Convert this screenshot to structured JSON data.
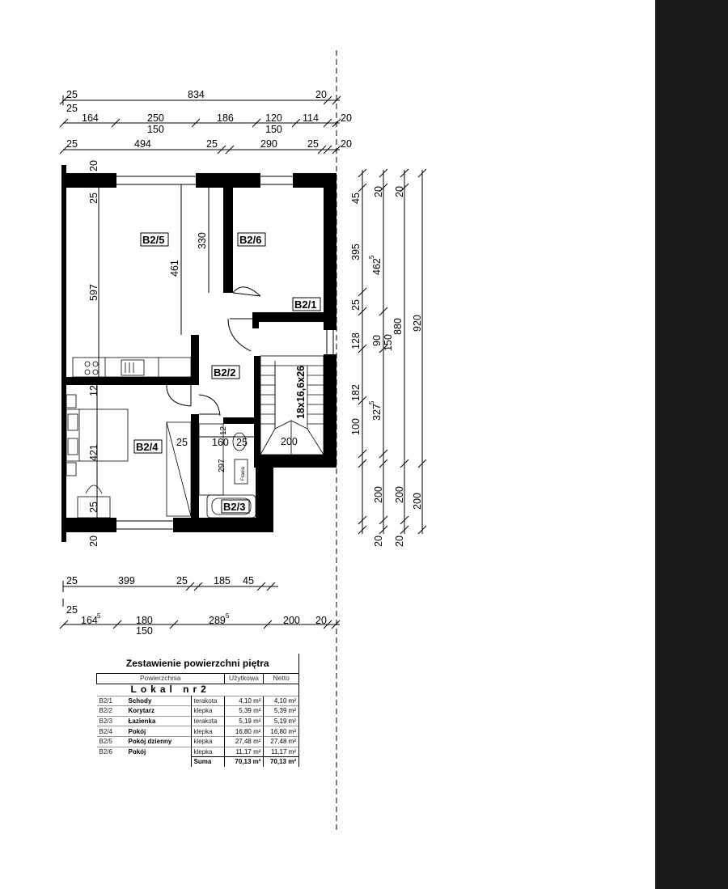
{
  "dims_top": {
    "row1": [
      "25",
      "834",
      "20"
    ],
    "row2": [
      "25",
      "164",
      "250",
      "150",
      "186",
      "120",
      "150",
      "114",
      "20"
    ],
    "row3": [
      "25",
      "494",
      "25",
      "290",
      "25",
      "20"
    ]
  },
  "dims_right": {
    "col1": [
      "45",
      "395",
      "25",
      "128",
      "182",
      "100",
      "200",
      "20"
    ],
    "col2": [
      "20",
      "462",
      "5",
      "90",
      "150",
      "327",
      "5",
      "200",
      "20"
    ],
    "col3": [
      "20",
      "880",
      "200",
      "20"
    ],
    "col4": [
      "920",
      "200"
    ]
  },
  "dims_bottom": {
    "row1": [
      "25",
      "399",
      "25",
      "185",
      "45"
    ],
    "row2": [
      "25",
      "164",
      "5",
      "180",
      "150",
      "289",
      "5",
      "200",
      "20"
    ]
  },
  "dims_interior": {
    "left_20": "20",
    "left_25": "25",
    "left_597": "597",
    "b25_461": "461",
    "b25_330": "330",
    "left_12": "12",
    "left_421": "421",
    "left_25b": "25",
    "left_20b": "20",
    "bath_25": "25",
    "bath_160": "160",
    "bath_25b": "25",
    "bath_12": "12",
    "bath_297": "297",
    "stairs_200": "200",
    "stairs_spec": "18x16,6x26"
  },
  "rooms": {
    "b2_5": "B2/5",
    "b2_6": "B2/6",
    "b2_1": "B2/1",
    "b2_2": "B2/2",
    "b2_4": "B2/4",
    "b2_3": "B2/3",
    "frania": "Frania"
  },
  "table": {
    "title": "Zestawienie powierzchni piętra",
    "headers": [
      "Powierzchnia",
      "Użytkowa",
      "Netto"
    ],
    "lokal": "Lokal nr2",
    "rows": [
      {
        "code": "B2/1",
        "name": "Schody",
        "material": "terakota",
        "uzytkowa": "4,10 m²",
        "netto": "4,10 m²"
      },
      {
        "code": "B2/2",
        "name": "Korytarz",
        "material": "klepka",
        "uzytkowa": "5,39 m²",
        "netto": "5,39 m²"
      },
      {
        "code": "B2/3",
        "name": "Łazienka",
        "material": "terakota",
        "uzytkowa": "5,19 m²",
        "netto": "5,19 m²"
      },
      {
        "code": "B2/4",
        "name": "Pokój",
        "material": "klepka",
        "uzytkowa": "16,80 m²",
        "netto": "16,80 m²"
      },
      {
        "code": "B2/5",
        "name": "Pokój dzienny",
        "material": "klepka",
        "uzytkowa": "27,48 m²",
        "netto": "27,48 m²"
      },
      {
        "code": "B2/6",
        "name": "Pokój",
        "material": "klepka",
        "uzytkowa": "11,17 m²",
        "netto": "11,17 m²"
      }
    ],
    "sum_label": "Suma",
    "sum_uzytkowa": "70,13 m²",
    "sum_netto": "70,13 m²"
  }
}
